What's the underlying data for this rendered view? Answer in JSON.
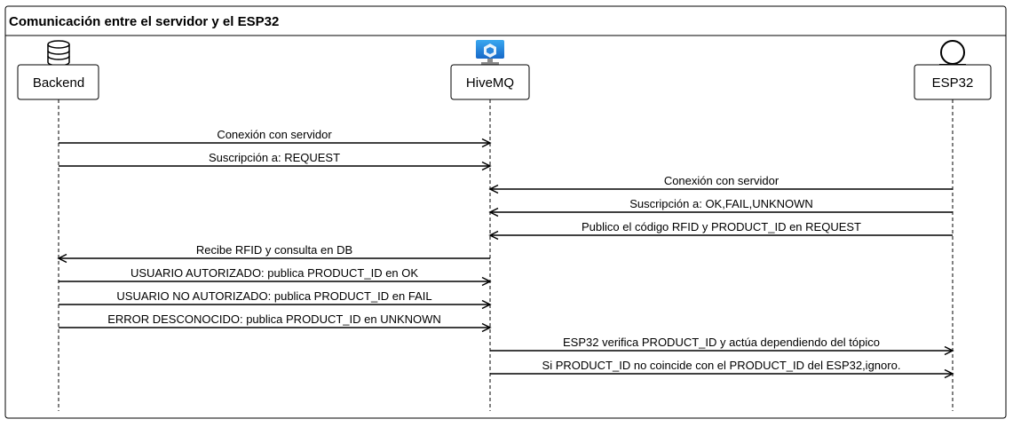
{
  "frame": {
    "title": "Comunicación entre el servidor y el ESP32"
  },
  "participants": [
    {
      "id": "backend",
      "label": "Backend",
      "icon": "database-icon"
    },
    {
      "id": "hivemq",
      "label": "HiveMQ",
      "icon": "cloud-server-icon"
    },
    {
      "id": "esp32",
      "label": "ESP32",
      "icon": "actor-icon"
    }
  ],
  "messages": [
    {
      "from": "backend",
      "to": "hivemq",
      "label": "Conexión con servidor"
    },
    {
      "from": "backend",
      "to": "hivemq",
      "label": "Suscripción a: REQUEST"
    },
    {
      "from": "esp32",
      "to": "hivemq",
      "label": "Conexión con servidor"
    },
    {
      "from": "esp32",
      "to": "hivemq",
      "label": "Suscripción a: OK,FAIL,UNKNOWN"
    },
    {
      "from": "esp32",
      "to": "hivemq",
      "label": "Publico el código RFID y PRODUCT_ID en REQUEST"
    },
    {
      "from": "hivemq",
      "to": "backend",
      "label": "Recibe RFID y consulta en DB"
    },
    {
      "from": "backend",
      "to": "hivemq",
      "label": "USUARIO AUTORIZADO: publica PRODUCT_ID en OK"
    },
    {
      "from": "backend",
      "to": "hivemq",
      "label": "USUARIO NO AUTORIZADO: publica PRODUCT_ID en FAIL"
    },
    {
      "from": "backend",
      "to": "hivemq",
      "label": "ERROR DESCONOCIDO: publica PRODUCT_ID en UNKNOWN"
    },
    {
      "from": "hivemq",
      "to": "esp32",
      "label": "ESP32 verifica PRODUCT_ID y actúa dependiendo del tópico"
    },
    {
      "from": "hivemq",
      "to": "esp32",
      "label": "Si PRODUCT_ID no coincide con el PRODUCT_ID del ESP32,ignoro."
    }
  ]
}
